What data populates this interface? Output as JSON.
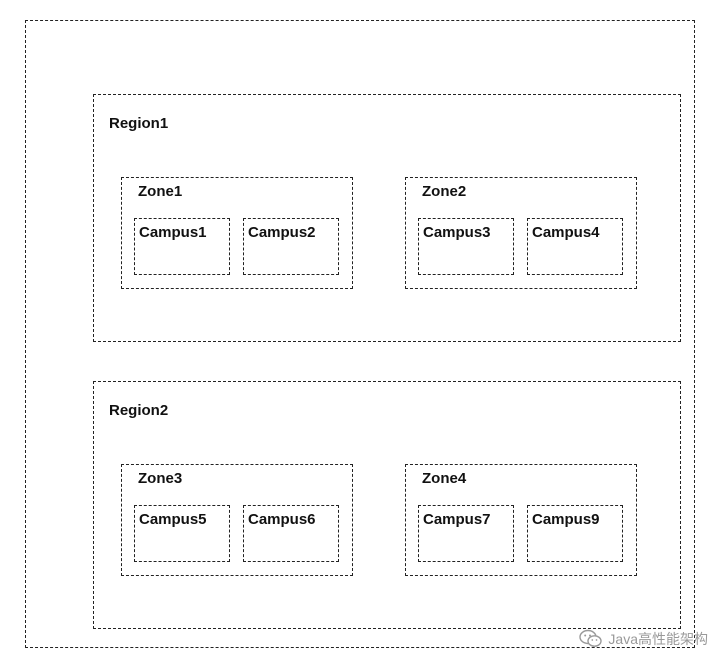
{
  "regions": [
    {
      "label": "Region1",
      "zones": [
        {
          "label": "Zone1",
          "campuses": [
            {
              "label": "Campus1"
            },
            {
              "label": "Campus2"
            }
          ]
        },
        {
          "label": "Zone2",
          "campuses": [
            {
              "label": "Campus3"
            },
            {
              "label": "Campus4"
            }
          ]
        }
      ]
    },
    {
      "label": "Region2",
      "zones": [
        {
          "label": "Zone3",
          "campuses": [
            {
              "label": "Campus5"
            },
            {
              "label": "Campus6"
            }
          ]
        },
        {
          "label": "Zone4",
          "campuses": [
            {
              "label": "Campus7"
            },
            {
              "label": "Campus9"
            }
          ]
        }
      ]
    }
  ],
  "watermark": {
    "icon": "wechat-icon",
    "text": "Java高性能架构"
  }
}
